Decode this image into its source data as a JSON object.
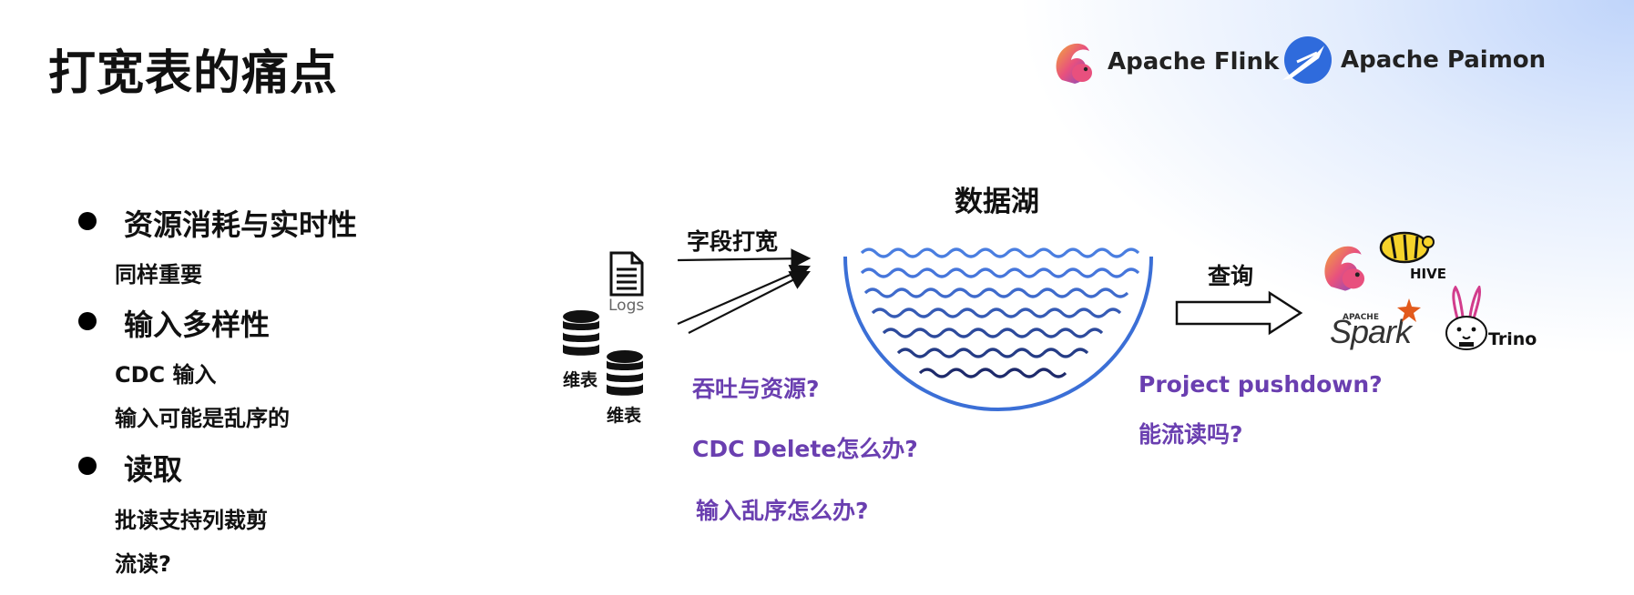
{
  "slide": {
    "title": "打宽表的痛点"
  },
  "logos": {
    "flink": {
      "name": "Apache Flink",
      "icon": "squirrel-icon",
      "color": "#e05a8a"
    },
    "paimon": {
      "name": "Apache Paimon",
      "icon": "paimon-icon",
      "color": "#2f6bdc"
    }
  },
  "bullets": [
    {
      "heading": "资源消耗与实时性",
      "subs": [
        "同样重要"
      ]
    },
    {
      "heading": "输入多样性",
      "subs": [
        "CDC 输入",
        "输入可能是乱序的"
      ]
    },
    {
      "heading": "读取",
      "subs": [
        "批读支持列裁剪",
        "流读?"
      ]
    }
  ],
  "diagram": {
    "lake_label": "数据湖",
    "widen_label": "字段打宽",
    "query_label": "查询",
    "logs_label": "Logs",
    "dim_table_label_1": "维表",
    "dim_table_label_2": "维表",
    "left_questions": [
      "吞吐与资源?",
      "CDC Delete怎么办?",
      "输入乱序怎么办?"
    ],
    "right_questions": [
      "Project pushdown?",
      "能流读吗?"
    ],
    "engines": {
      "hive": "HIVE",
      "spark_small": "APACHE",
      "spark": "Spark",
      "trino": "Trino"
    },
    "colors": {
      "question": "#6a3fb0",
      "lake_blue": "#3b6fd6",
      "wave_dark": "#1e2a6b"
    }
  }
}
